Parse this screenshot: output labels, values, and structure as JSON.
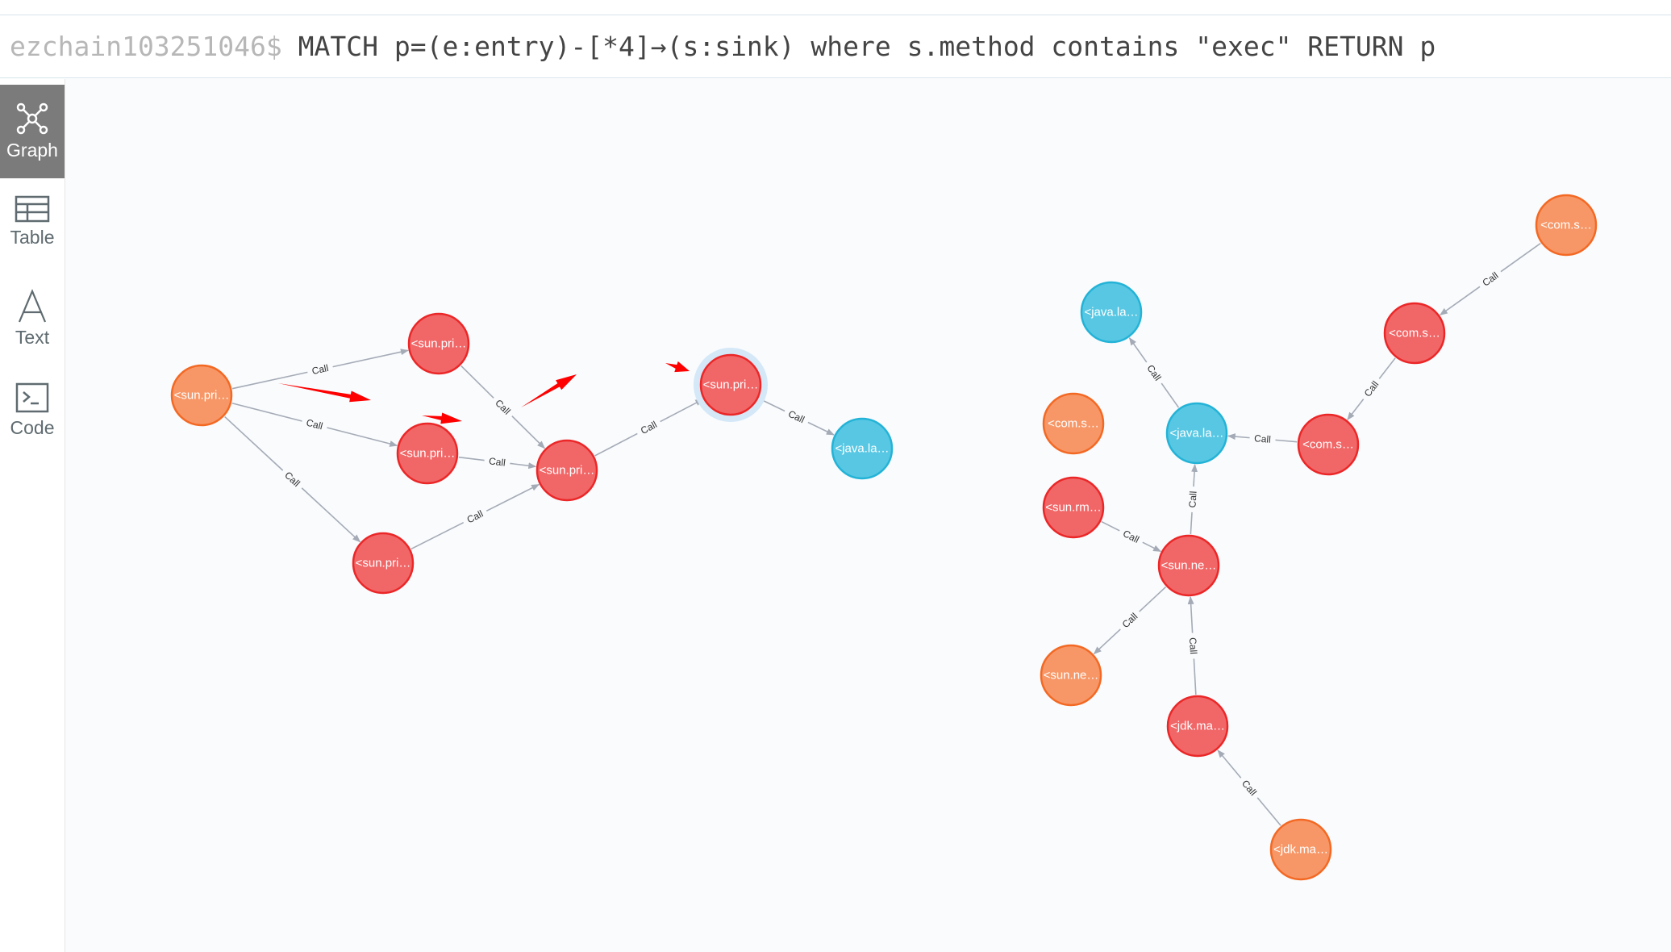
{
  "query_bar": {
    "prompt": "ezchain103251046$",
    "query": "MATCH p=(e:entry)-[*4]→(s:sink) where s.method contains \"exec\" RETURN p"
  },
  "sidebar": {
    "items": [
      {
        "label": "Graph",
        "icon": "graph-icon",
        "active": true
      },
      {
        "label": "Table",
        "icon": "table-icon",
        "active": false
      },
      {
        "label": "Text",
        "icon": "text-icon",
        "active": false
      },
      {
        "label": "Code",
        "icon": "code-icon",
        "active": false
      }
    ]
  },
  "graph": {
    "colors": {
      "entry": "#f79767",
      "entry_border": "#f36924",
      "call": "#f16667",
      "call_border": "#eb2728",
      "sink": "#57c7e3",
      "sink_border": "#23b3d7",
      "edge": "#a5abb6",
      "highlight_ring": "#d4e8f8",
      "annotation_arrow": "#ff0000"
    },
    "relationship_label": "Call",
    "nodes": [
      {
        "id": "n1",
        "type": "entry",
        "label": "<sun.pri…"
      },
      {
        "id": "n2",
        "type": "call",
        "label": "<sun.pri…"
      },
      {
        "id": "n3",
        "type": "call",
        "label": "<sun.pri…"
      },
      {
        "id": "n4",
        "type": "call",
        "label": "<sun.pri…"
      },
      {
        "id": "n5",
        "type": "call",
        "label": "<sun.pri…"
      },
      {
        "id": "n6",
        "type": "call",
        "label": "<sun.pri…",
        "selected": true
      },
      {
        "id": "n7",
        "type": "sink",
        "label": "<java.la…"
      },
      {
        "id": "n8",
        "type": "entry",
        "label": "<com.s…"
      },
      {
        "id": "n9",
        "type": "call",
        "label": "<com.s…"
      },
      {
        "id": "n10",
        "type": "call",
        "label": "<com.s…"
      },
      {
        "id": "n11",
        "type": "sink",
        "label": "<java.la…"
      },
      {
        "id": "n12",
        "type": "sink",
        "label": "<java.la…"
      },
      {
        "id": "n13",
        "type": "entry",
        "label": "<com.s…"
      },
      {
        "id": "n14",
        "type": "call",
        "label": "<sun.rm…"
      },
      {
        "id": "n15",
        "type": "call",
        "label": "<sun.ne…"
      },
      {
        "id": "n16",
        "type": "entry",
        "label": "<sun.ne…"
      },
      {
        "id": "n17",
        "type": "call",
        "label": "<jdk.ma…"
      },
      {
        "id": "n18",
        "type": "entry",
        "label": "<jdk.ma…"
      }
    ],
    "edges": [
      {
        "from": "n1",
        "to": "n2"
      },
      {
        "from": "n1",
        "to": "n3"
      },
      {
        "from": "n1",
        "to": "n5"
      },
      {
        "from": "n2",
        "to": "n4"
      },
      {
        "from": "n3",
        "to": "n4"
      },
      {
        "from": "n5",
        "to": "n4"
      },
      {
        "from": "n4",
        "to": "n6"
      },
      {
        "from": "n6",
        "to": "n7"
      },
      {
        "from": "n8",
        "to": "n9"
      },
      {
        "from": "n9",
        "to": "n10"
      },
      {
        "from": "n10",
        "to": "n11"
      },
      {
        "from": "n11",
        "to": "n12"
      },
      {
        "from": "n14",
        "to": "n15"
      },
      {
        "from": "n15",
        "to": "n11"
      },
      {
        "from": "n15",
        "to": "n16"
      },
      {
        "from": "n17",
        "to": "n15"
      },
      {
        "from": "n18",
        "to": "n17"
      }
    ]
  }
}
